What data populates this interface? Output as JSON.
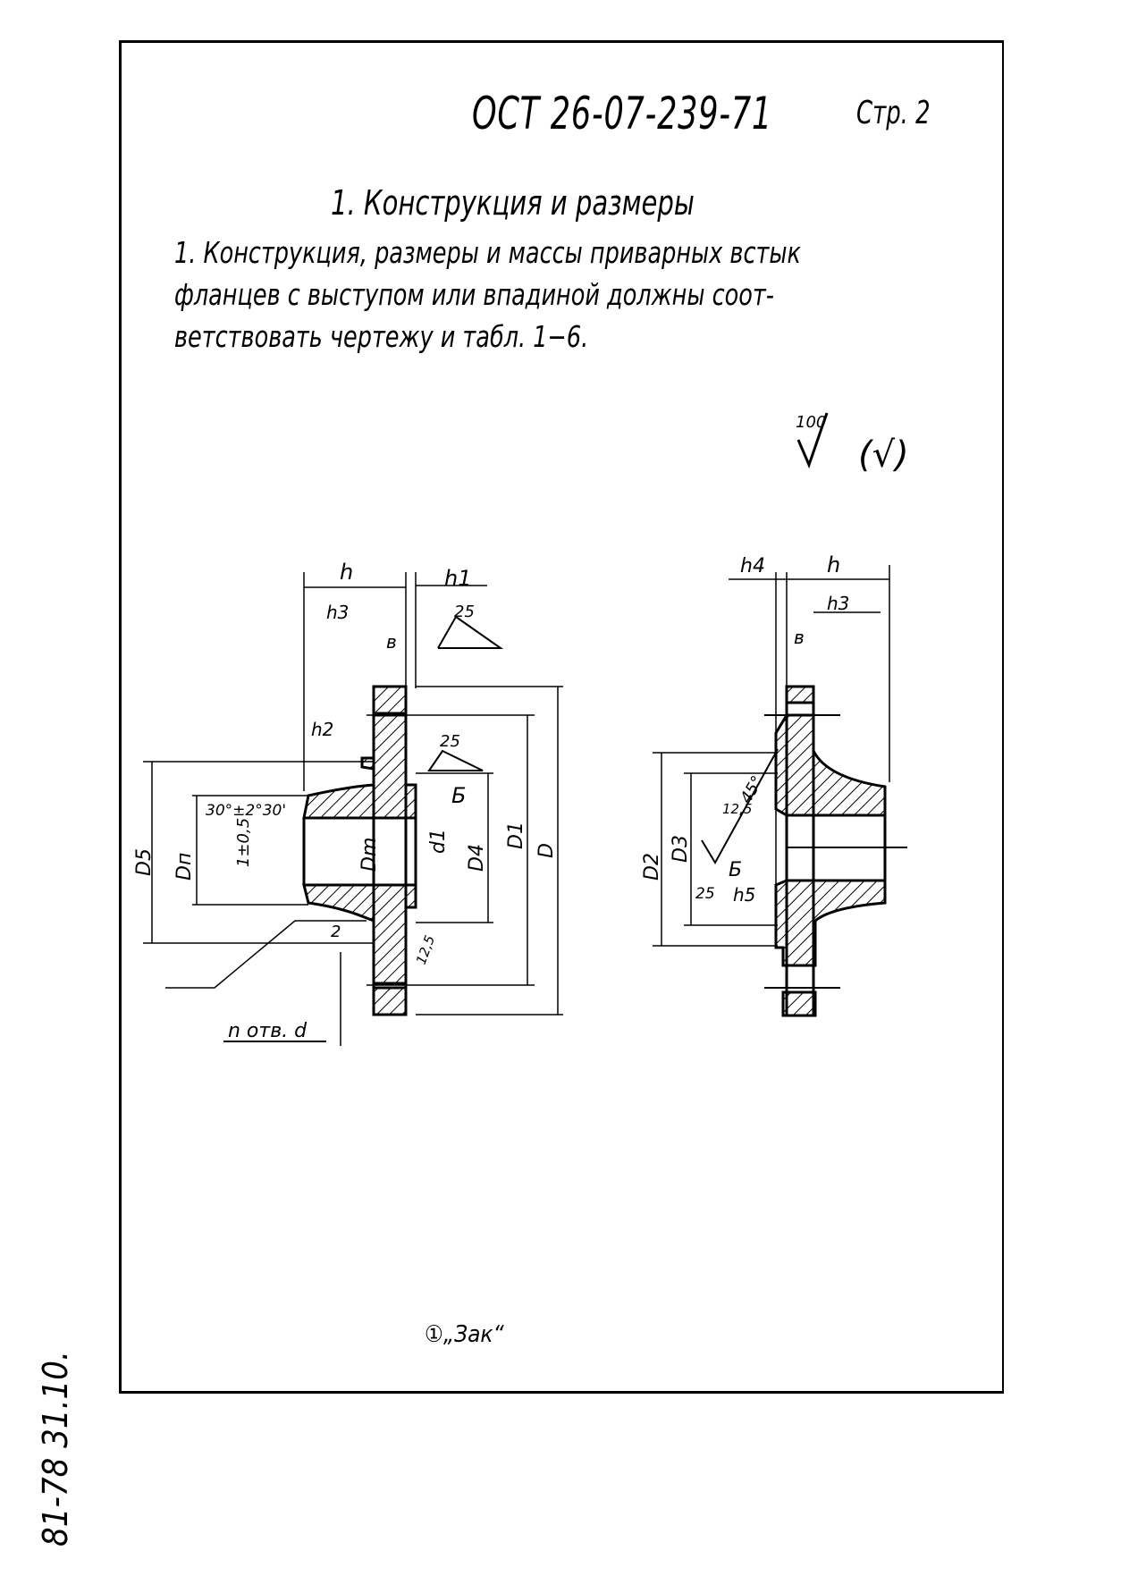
{
  "header": {
    "standard_code": "ОСТ 26-07-239-71",
    "page_label": "Стр. 2"
  },
  "section_title": "1. Конструкция и размеры",
  "paragraph": {
    "line1": "1.  Конструкция, размеры и массы приварных встык",
    "line2": "фланцев  с выступом или впадиной должны соот-",
    "line3": "ветствовать чертежу  и табл. 1−6."
  },
  "roughness": {
    "general": "100",
    "other": "(√)"
  },
  "drawing_left": {
    "h": "h",
    "h1": "h1",
    "h3": "h3",
    "b": "в",
    "h2": "h2",
    "rough_25a": "25",
    "rough_25b": "25",
    "rough_12_5": "12,5",
    "datum_b": "Б",
    "angle": "30°±2°30'",
    "Dn": "Dп",
    "tol": "1±0,5",
    "Dm": "Dm",
    "d1": "d1",
    "D4": "D4",
    "D1": "D1",
    "D": "D",
    "D5": "D5",
    "chamfer": "2",
    "holes": "n отв. d"
  },
  "drawing_right": {
    "h4": "h4",
    "h": "h",
    "h3": "h3",
    "b": "в",
    "rough_12_5": "12,5",
    "angle": "45°",
    "D2": "D2",
    "D3": "D3",
    "datum_b": "Б",
    "rough_25": "25",
    "h5": "h5"
  },
  "margin_note": "81-78  31.10.",
  "bottom_note": "①„Зак“"
}
